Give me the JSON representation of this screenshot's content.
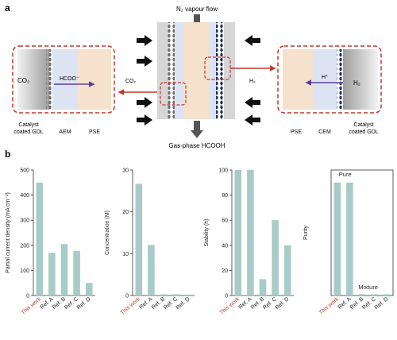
{
  "panel_a": {
    "label": "a",
    "top_flow": "N₂ vapour flow",
    "bottom_flow": "Gas-phase HCOOH",
    "left_inset": {
      "gas": "CO₂",
      "ion": "HCOO⁻",
      "labels": [
        "Catalyst coated GDL",
        "AEM",
        "PSE"
      ]
    },
    "right_inset": {
      "gas": "H₂",
      "ion": "H⁺",
      "labels": [
        "PSE",
        "CEM",
        "Catalyst coated GDL"
      ]
    },
    "center_left_gas": "CO₂",
    "center_right_gas": "H₂",
    "colors": {
      "gdl_gray": "#bdbdbd",
      "aem_blue": "#dce3f3",
      "pse_peach": "#f6e1cd",
      "dashed_red": "#c0392b",
      "arrow_red": "#c0392b",
      "ion_purple": "#5b3f9a"
    }
  },
  "panel_b_label": "b",
  "chart_data": [
    {
      "type": "bar",
      "categories": [
        "This work",
        "Ref. A",
        "Ref. B",
        "Ref. C",
        "Ref. D"
      ],
      "values": [
        450,
        170,
        205,
        178,
        50
      ],
      "ylabel": "Partial current density (mA cm⁻²)",
      "ylim": [
        0,
        500
      ],
      "yticks": [
        0,
        100,
        200,
        300,
        400,
        500
      ]
    },
    {
      "type": "bar",
      "categories": [
        "This work",
        "Ref. A",
        "Ref. B",
        "Ref. C",
        "Ref. D"
      ],
      "values": [
        26.7,
        12.1,
        0.3,
        0.3,
        0.2
      ],
      "ylabel": "Concentration (M)",
      "ylim": [
        0,
        30
      ],
      "yticks": [
        0,
        10,
        20,
        30
      ]
    },
    {
      "type": "bar",
      "categories": [
        "This work",
        "Ref. A",
        "Ref. B",
        "Ref. C",
        "Ref. D"
      ],
      "values": [
        100,
        100,
        13,
        60,
        40
      ],
      "ylabel": "Stability (h)",
      "ylim": [
        0,
        100
      ],
      "yticks": [
        0,
        20,
        40,
        60,
        80,
        100
      ]
    },
    {
      "type": "bar",
      "categories": [
        "This work",
        "Ref. A",
        "Ref. B",
        "Ref. C",
        "Ref. D"
      ],
      "values": [
        90,
        90,
        1,
        1,
        1
      ],
      "ylabel": "Purity",
      "ylim": [
        0,
        100
      ],
      "yticks": [],
      "annotations": [
        "Pure",
        "Mixture"
      ]
    }
  ],
  "style": {
    "bar_color": "#a9cbc7",
    "highlight_label_color": "#c0392b",
    "axis_color": "#333333"
  }
}
